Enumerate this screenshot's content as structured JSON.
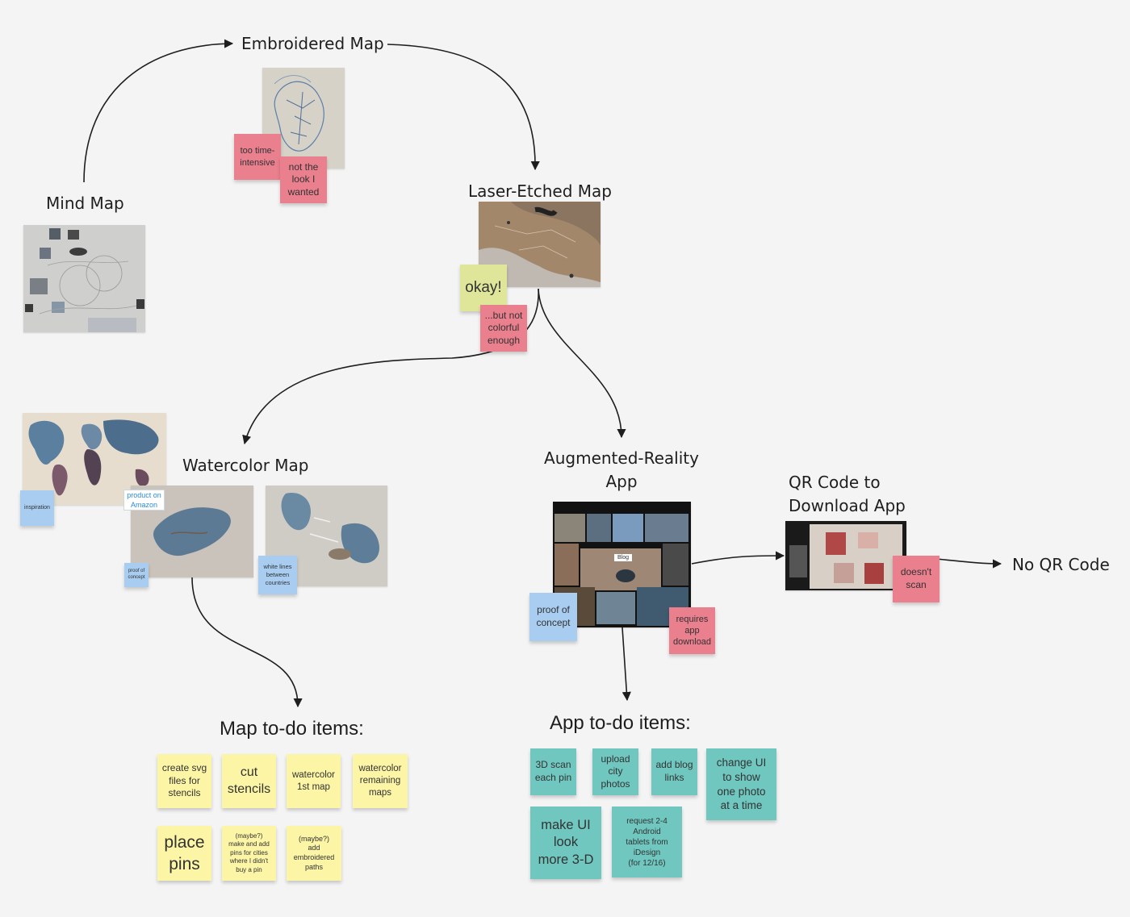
{
  "nodes": {
    "embroidered_map": "Embroidered Map",
    "mind_map": "Mind Map",
    "laser_etched_map": "Laser-Etched Map",
    "watercolor_map": "Watercolor Map",
    "augmented_reality_app": "Augmented-Reality\nApp",
    "qr_code_app": "QR Code to\nDownload App",
    "no_qr_code": "No QR Code"
  },
  "headings": {
    "map_todo": "Map to-do items:",
    "app_todo": "App to-do items:"
  },
  "stickies": {
    "too_time_intensive": "too time-\nintensive",
    "not_the_look": "not the\nlook I\nwanted",
    "okay": "okay!",
    "but_not_colorful": "...but not\ncolorful\nenough",
    "inspiration": "inspiration",
    "proof_of_concept_small": "proof of\nconcept",
    "white_lines": "white lines\nbetween\ncountries",
    "proof_of_concept_app": "proof of\nconcept",
    "requires_app_download": "requires\napp\ndownload",
    "doesnt_scan": "doesn't\nscan"
  },
  "link_card": {
    "text": "product on\nAmazon"
  },
  "ar_photo_label": "Blog",
  "map_todo_items": [
    "create svg\nfiles for\nstencils",
    "cut\nstencils",
    "watercolor\n1st map",
    "watercolor\nremaining\nmaps",
    "place\npins",
    "(maybe?)\nmake and add\npins for cities\nwhere I didn't\nbuy a pin",
    "(maybe?)\nadd\nembroidered\npaths"
  ],
  "app_todo_items": [
    "3D scan\neach pin",
    "upload\ncity\nphotos",
    "add blog\nlinks",
    "change UI\nto show\none photo\nat a time",
    "make UI\nlook\nmore 3-D",
    "request 2-4\nAndroid\ntablets from\niDesign\n(for 12/16)"
  ],
  "colors": {
    "board": "#f4f4f4",
    "pink": "#ea7f8e",
    "yellow": "#fcf5a5",
    "teal": "#6fc7c0",
    "blue": "#a8cdf0",
    "lime": "#dfe69a",
    "connector": "#1e1e1e"
  }
}
